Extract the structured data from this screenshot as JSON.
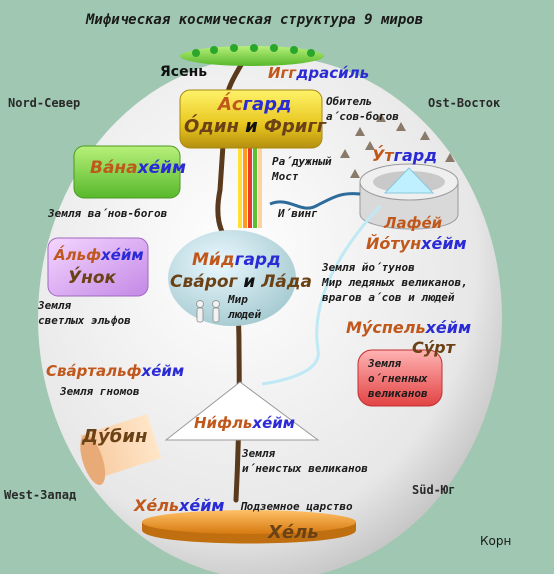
{
  "title": "Мифическая космическая структура 9 миров",
  "directions": {
    "north": "Nord-Север",
    "east": "Ost-Восток",
    "west": "West-Запад",
    "south": "Süd-Юг"
  },
  "roots": "Корн",
  "tree": {
    "ash": "Ясень",
    "name_a": "Игг",
    "name_b": "драси́ль"
  },
  "asgard": {
    "name_a": "А́с",
    "name_b": "гард",
    "gods_a": "О́дин",
    "gods_and": " и ",
    "gods_b": "Фригг",
    "note": [
      "Обитель",
      "а́сов-богов"
    ]
  },
  "rainbow": {
    "label": [
      "Ра́дужный",
      "Мост"
    ]
  },
  "iving": "И́винг",
  "vanaheim": {
    "name_a": "Ва́на",
    "name_b": "хе́йм",
    "note": "Земля ва́нов-богов"
  },
  "alfheim": {
    "name_a": "А́льф",
    "name_b": "хе́йм",
    "ruler": "У́нок",
    "note": [
      "Земля",
      "светлых эльфов"
    ]
  },
  "midgard": {
    "name_a": "Ми́д",
    "name_b": "гард",
    "gods_a": "Сва́рог",
    "gods_and": " и ",
    "gods_b": "Ла́да",
    "note": [
      "Мир",
      "людей"
    ]
  },
  "utgard": {
    "name_a": "У́т",
    "name_b": "гард",
    "ruler": "Лафе́й"
  },
  "jotunheim": {
    "name_a": "Йо́тун",
    "name_b": "хе́йм",
    "note": [
      "Земля йо́тунов",
      "Мир ледяных великанов,",
      "врагов а́сов и людей"
    ]
  },
  "muspelheim": {
    "name_a": "Му́спель",
    "name_b": "хе́йм",
    "ruler": "Су́рт",
    "note": [
      "Земля",
      "о́гненных",
      "великанов"
    ]
  },
  "svartalfheim": {
    "name_a": "Сва́ртальф",
    "name_b": "хе́йм",
    "note": "Земля гномов"
  },
  "dubin": "Ду́бин",
  "niflheim": {
    "name_a": "Ни́фль",
    "name_b": "хе́йм",
    "note": [
      "Земля",
      "и́неистых великанов"
    ]
  },
  "helheim": {
    "name_a": "Хе́ль",
    "name_b": "хе́йм",
    "note": "Подземное царство",
    "ruler": "Хе́ль"
  }
}
